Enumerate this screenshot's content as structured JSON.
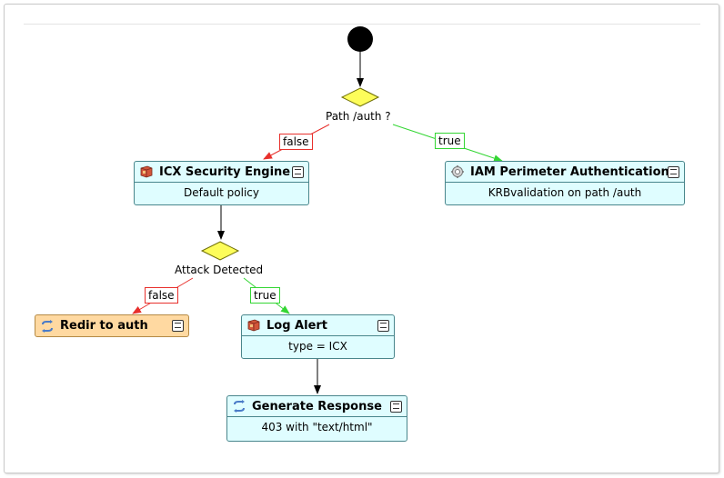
{
  "decisions": {
    "path_auth": "Path /auth ?",
    "attack": "Attack Detected"
  },
  "edges": {
    "false_label": "false",
    "true_label": "true"
  },
  "nodes": {
    "icx": {
      "title": "ICX Security Engine",
      "body": "Default policy",
      "icon": "filter-box-icon"
    },
    "iam": {
      "title": "IAM Perimeter Authentication",
      "body": "KRBvalidation on path /auth",
      "icon": "gear-icon"
    },
    "redir": {
      "title": "Redir to auth",
      "icon": "redirect-arrow-icon"
    },
    "log": {
      "title": "Log Alert",
      "body": "type = ICX",
      "icon": "filter-box-icon"
    },
    "response": {
      "title": "Generate Response",
      "body": "403 with \"text/html\"",
      "icon": "redirect-arrow-icon"
    }
  },
  "colors": {
    "node_fill": "#dffdff",
    "node_border": "#49868c",
    "terminal_fill": "#ffd9a1",
    "decision_fill": "#fdfd5a",
    "false_edge": "#e8302c",
    "true_edge": "#34d634"
  }
}
